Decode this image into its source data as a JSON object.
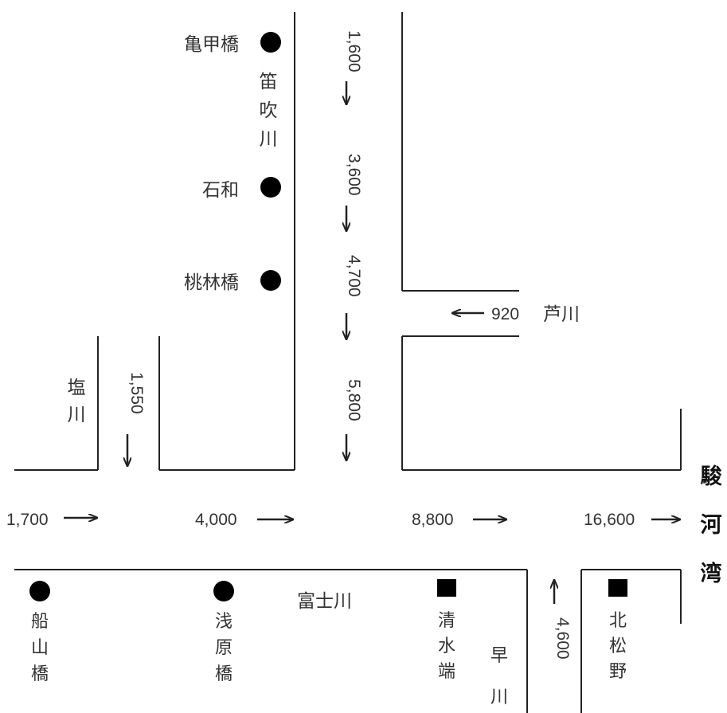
{
  "stations": {
    "kamekobashi": {
      "name": "亀甲橋",
      "marker": "circle"
    },
    "isawa": {
      "name": "石和",
      "marker": "circle"
    },
    "momobayashibashi": {
      "name": "桃林橋",
      "marker": "circle"
    },
    "funayamabashi": {
      "name": "船山橋",
      "marker": "circle"
    },
    "asaharabashi": {
      "name": "浅原橋",
      "marker": "circle"
    },
    "shimizubata": {
      "name": "清水端",
      "marker": "square"
    },
    "kitamatsuno": {
      "name": "北松野",
      "marker": "square"
    }
  },
  "rivers": {
    "fuefuki": "笛吹川",
    "shio": "塩川",
    "ashi": "芦川",
    "fuji": "富士川",
    "haya": "早川"
  },
  "bay": "駿河湾",
  "flows": {
    "fuefuki_1": "1,600",
    "fuefuki_2": "3,600",
    "fuefuki_3": "4,700",
    "fuefuki_4": "5,800",
    "shio": "1,550",
    "ashi": "920",
    "main_1": "1,700",
    "main_2": "4,000",
    "main_3": "8,800",
    "main_4": "16,600",
    "haya": "4,600"
  }
}
